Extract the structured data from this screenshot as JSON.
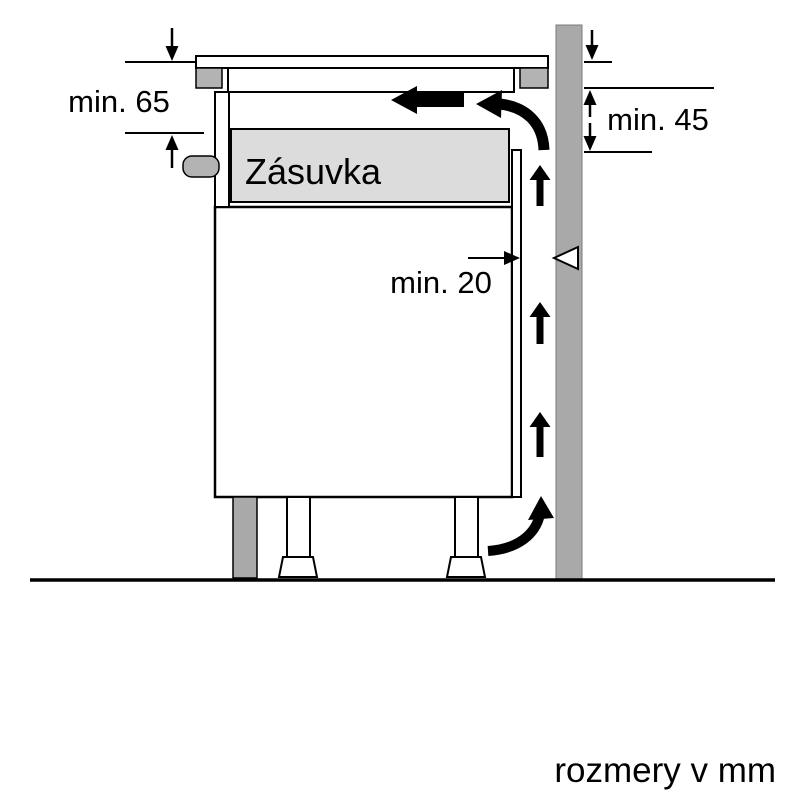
{
  "diagram": {
    "labels": {
      "min65": "min. 65",
      "min45": "min. 45",
      "min20": "min. 20",
      "drawer": "Zásuvka"
    },
    "footer": "rozmery v mm",
    "colors": {
      "background": "#ffffff",
      "wall": "#a9a9a9",
      "worktop_section": "#b3b3b3",
      "drawer": "#dcdcdc",
      "handle": "#b3b3b3",
      "plinth": "#a9a9a9",
      "outline": "#000000"
    }
  }
}
